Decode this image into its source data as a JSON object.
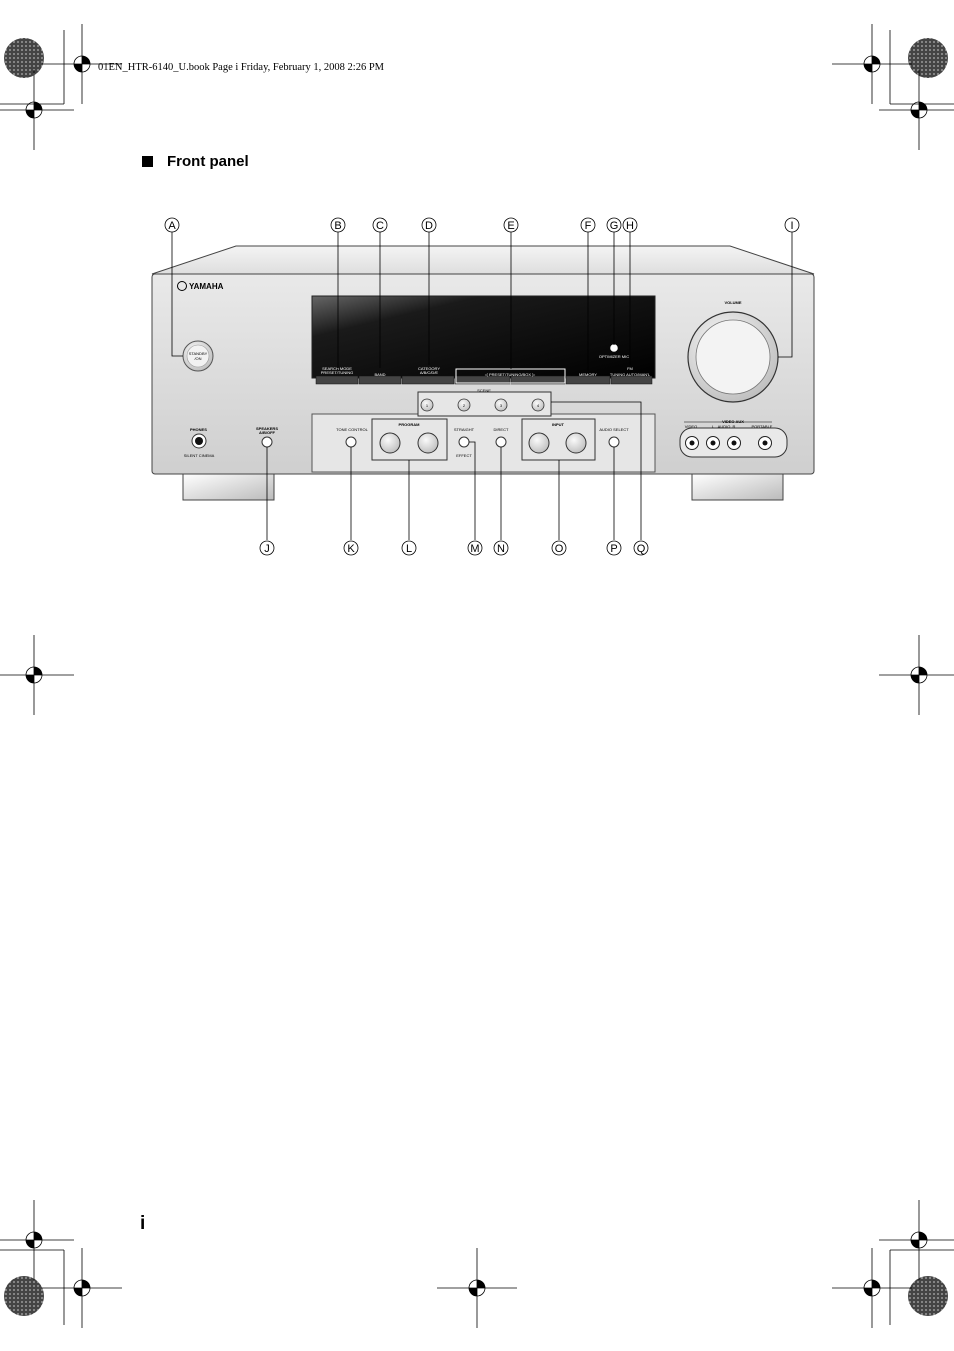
{
  "header": {
    "file_info": "01EN_HTR-6140_U.book  Page i  Friday, February 1, 2008  2:26 PM"
  },
  "section": {
    "title": "Front panel"
  },
  "page_number": "i",
  "panel": {
    "brand": "YAMAHA",
    "labels": {
      "standby": "STANDBY",
      "on": "/ON",
      "phones": "PHONES",
      "silent_cinema": "SILENT CINEMA",
      "speakers": "SPEAKERS",
      "speakers_ab": "A/B/OFF",
      "search_mode_1": "SEARCH MODE",
      "search_mode_2": "PRESET/TUNING",
      "band": "BAND",
      "category_1": "CATEGORY",
      "category_2": "A/B/C/D/E",
      "preset_tuning": "◁  PRESET/TUNING/BOX  ▷",
      "memory": "MEMORY",
      "optimizer_mic": "OPTIMIZER MIC",
      "fm_1": "FM",
      "fm_2": "TUNING AUTO/MAN'L",
      "scene": "SCENE",
      "scene_1": "1",
      "scene_2": "2",
      "scene_3": "3",
      "scene_4": "4",
      "volume": "VOLUME",
      "tone_control": "TONE CONTROL",
      "program": "PROGRAM",
      "straight": "STRAIGHT",
      "effect": "EFFECT",
      "direct": "DIRECT",
      "input": "INPUT",
      "audio_select": "AUDIO SELECT",
      "video_aux": "VIDEO AUX",
      "video": "VIDEO",
      "l": "L",
      "audio": "AUDIO",
      "r": "R",
      "portable": "PORTABLE"
    }
  },
  "callouts": {
    "A": "A",
    "B": "B",
    "C": "C",
    "D": "D",
    "E": "E",
    "F": "F",
    "G": "G",
    "H": "H",
    "I": "I",
    "J": "J",
    "K": "K",
    "L": "L",
    "M": "M",
    "N": "N",
    "O": "O",
    "P": "P",
    "Q": "Q"
  }
}
